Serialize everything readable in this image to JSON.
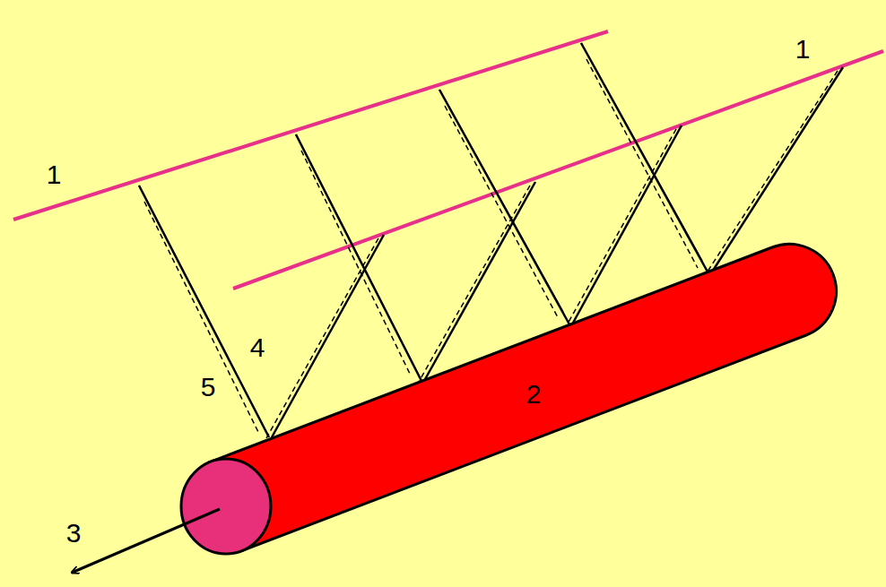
{
  "diagram": {
    "labels": [
      "1",
      "1",
      "2",
      "3",
      "4",
      "5"
    ]
  }
}
